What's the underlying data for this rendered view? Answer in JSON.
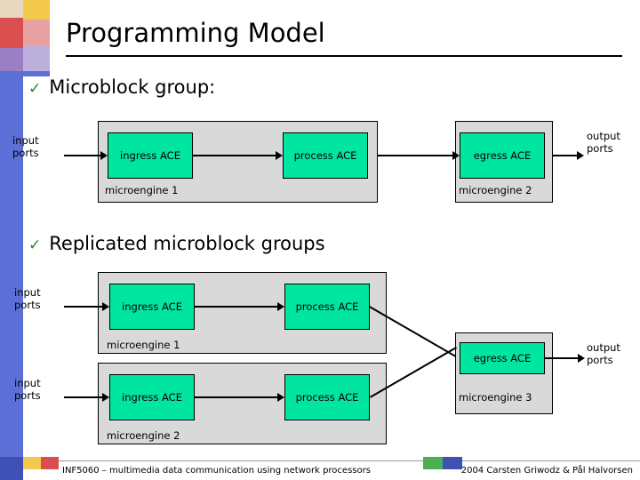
{
  "slide": {
    "title": "Programming Model",
    "bullets": [
      {
        "check": "✓",
        "text": "Microblock group:"
      },
      {
        "check": "✓",
        "text": "Replicated microblock groups"
      }
    ]
  },
  "diagram1": {
    "input_ports": "input\nports",
    "output_ports": "output\nports",
    "boxes": [
      {
        "label": "ingress ACE"
      },
      {
        "label": "process ACE"
      },
      {
        "label": "egress ACE"
      }
    ],
    "engines": [
      {
        "label": "microengine 1"
      },
      {
        "label": "microengine 2"
      }
    ]
  },
  "diagram2": {
    "input_ports_top": "input\nports",
    "input_ports_bottom": "input\nports",
    "output_ports": "output\nports",
    "boxes_top": [
      {
        "label": "ingress ACE"
      },
      {
        "label": "process ACE"
      }
    ],
    "boxes_bottom": [
      {
        "label": "ingress ACE"
      },
      {
        "label": "process ACE"
      }
    ],
    "egress": {
      "label": "egress ACE"
    },
    "engines": [
      {
        "label": "microengine 1"
      },
      {
        "label": "microengine 2"
      },
      {
        "label": "microengine 3"
      }
    ]
  },
  "footer": {
    "left": "INF5060 – multimedia data communication using network processors",
    "right": "2004  Carsten Griwodz & Pål Halvorsen"
  },
  "colors": {
    "green_box": "#00e5a0",
    "gray_block": "#d9d9d9",
    "check": "#2e7d32",
    "band_red": "#d94f4f",
    "band_yellow": "#f5d76e",
    "band_blue": "#5b6fd6",
    "band_purple": "#9b7fc4"
  }
}
